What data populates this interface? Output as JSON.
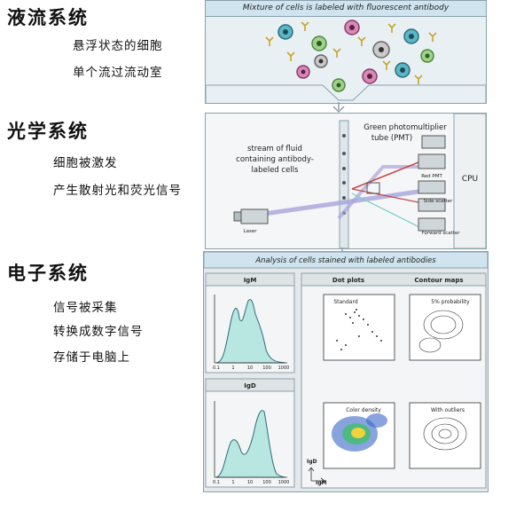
{
  "left": {
    "sections": [
      {
        "heading": "液流系统",
        "items": [
          "悬浮状态的细胞",
          "单个流过流动室"
        ]
      },
      {
        "heading": "光学系统",
        "items": [
          "细胞被激发",
          "产生散射光和荧光信号"
        ]
      },
      {
        "heading": "电子系统",
        "items": [
          "信号被采集",
          "转换成数字信号",
          "存储于电脑上"
        ]
      }
    ]
  },
  "top_panel": {
    "title": "Mixture of cells is labeled with fluorescent antibody"
  },
  "optics_panel": {
    "stream_label": [
      "stream of fluid",
      "containing antibody-",
      "labeled cells"
    ],
    "pmt_label": [
      "Green photomultiplier",
      "tube (PMT)"
    ],
    "cpu": "CPU",
    "red_pmt": "Red PMT",
    "side_scatter": "Side scatter",
    "forward_scatter": "Forward scatter",
    "laser": "Laser"
  },
  "analysis_panel": {
    "title": "Analysis of cells stained with labeled antibodies",
    "igm_title": "IgM",
    "igd_title": "IgD",
    "dot_plots": "Dot plots",
    "contour_maps": "Contour maps",
    "standard": "Standard",
    "probability": "5% probability",
    "color_density": "Color density",
    "with_outliers": "With outliers",
    "ticks": [
      "0.1",
      "1",
      "10",
      "100",
      "1000"
    ],
    "axis_y": "IgD",
    "axis_x": "IgM"
  },
  "colors": {
    "panel_bg": "#e9f0f4",
    "title_bg": "#cfe4ef",
    "hist_fill": "#b8e6e0",
    "beam": "#a9a4dc"
  }
}
